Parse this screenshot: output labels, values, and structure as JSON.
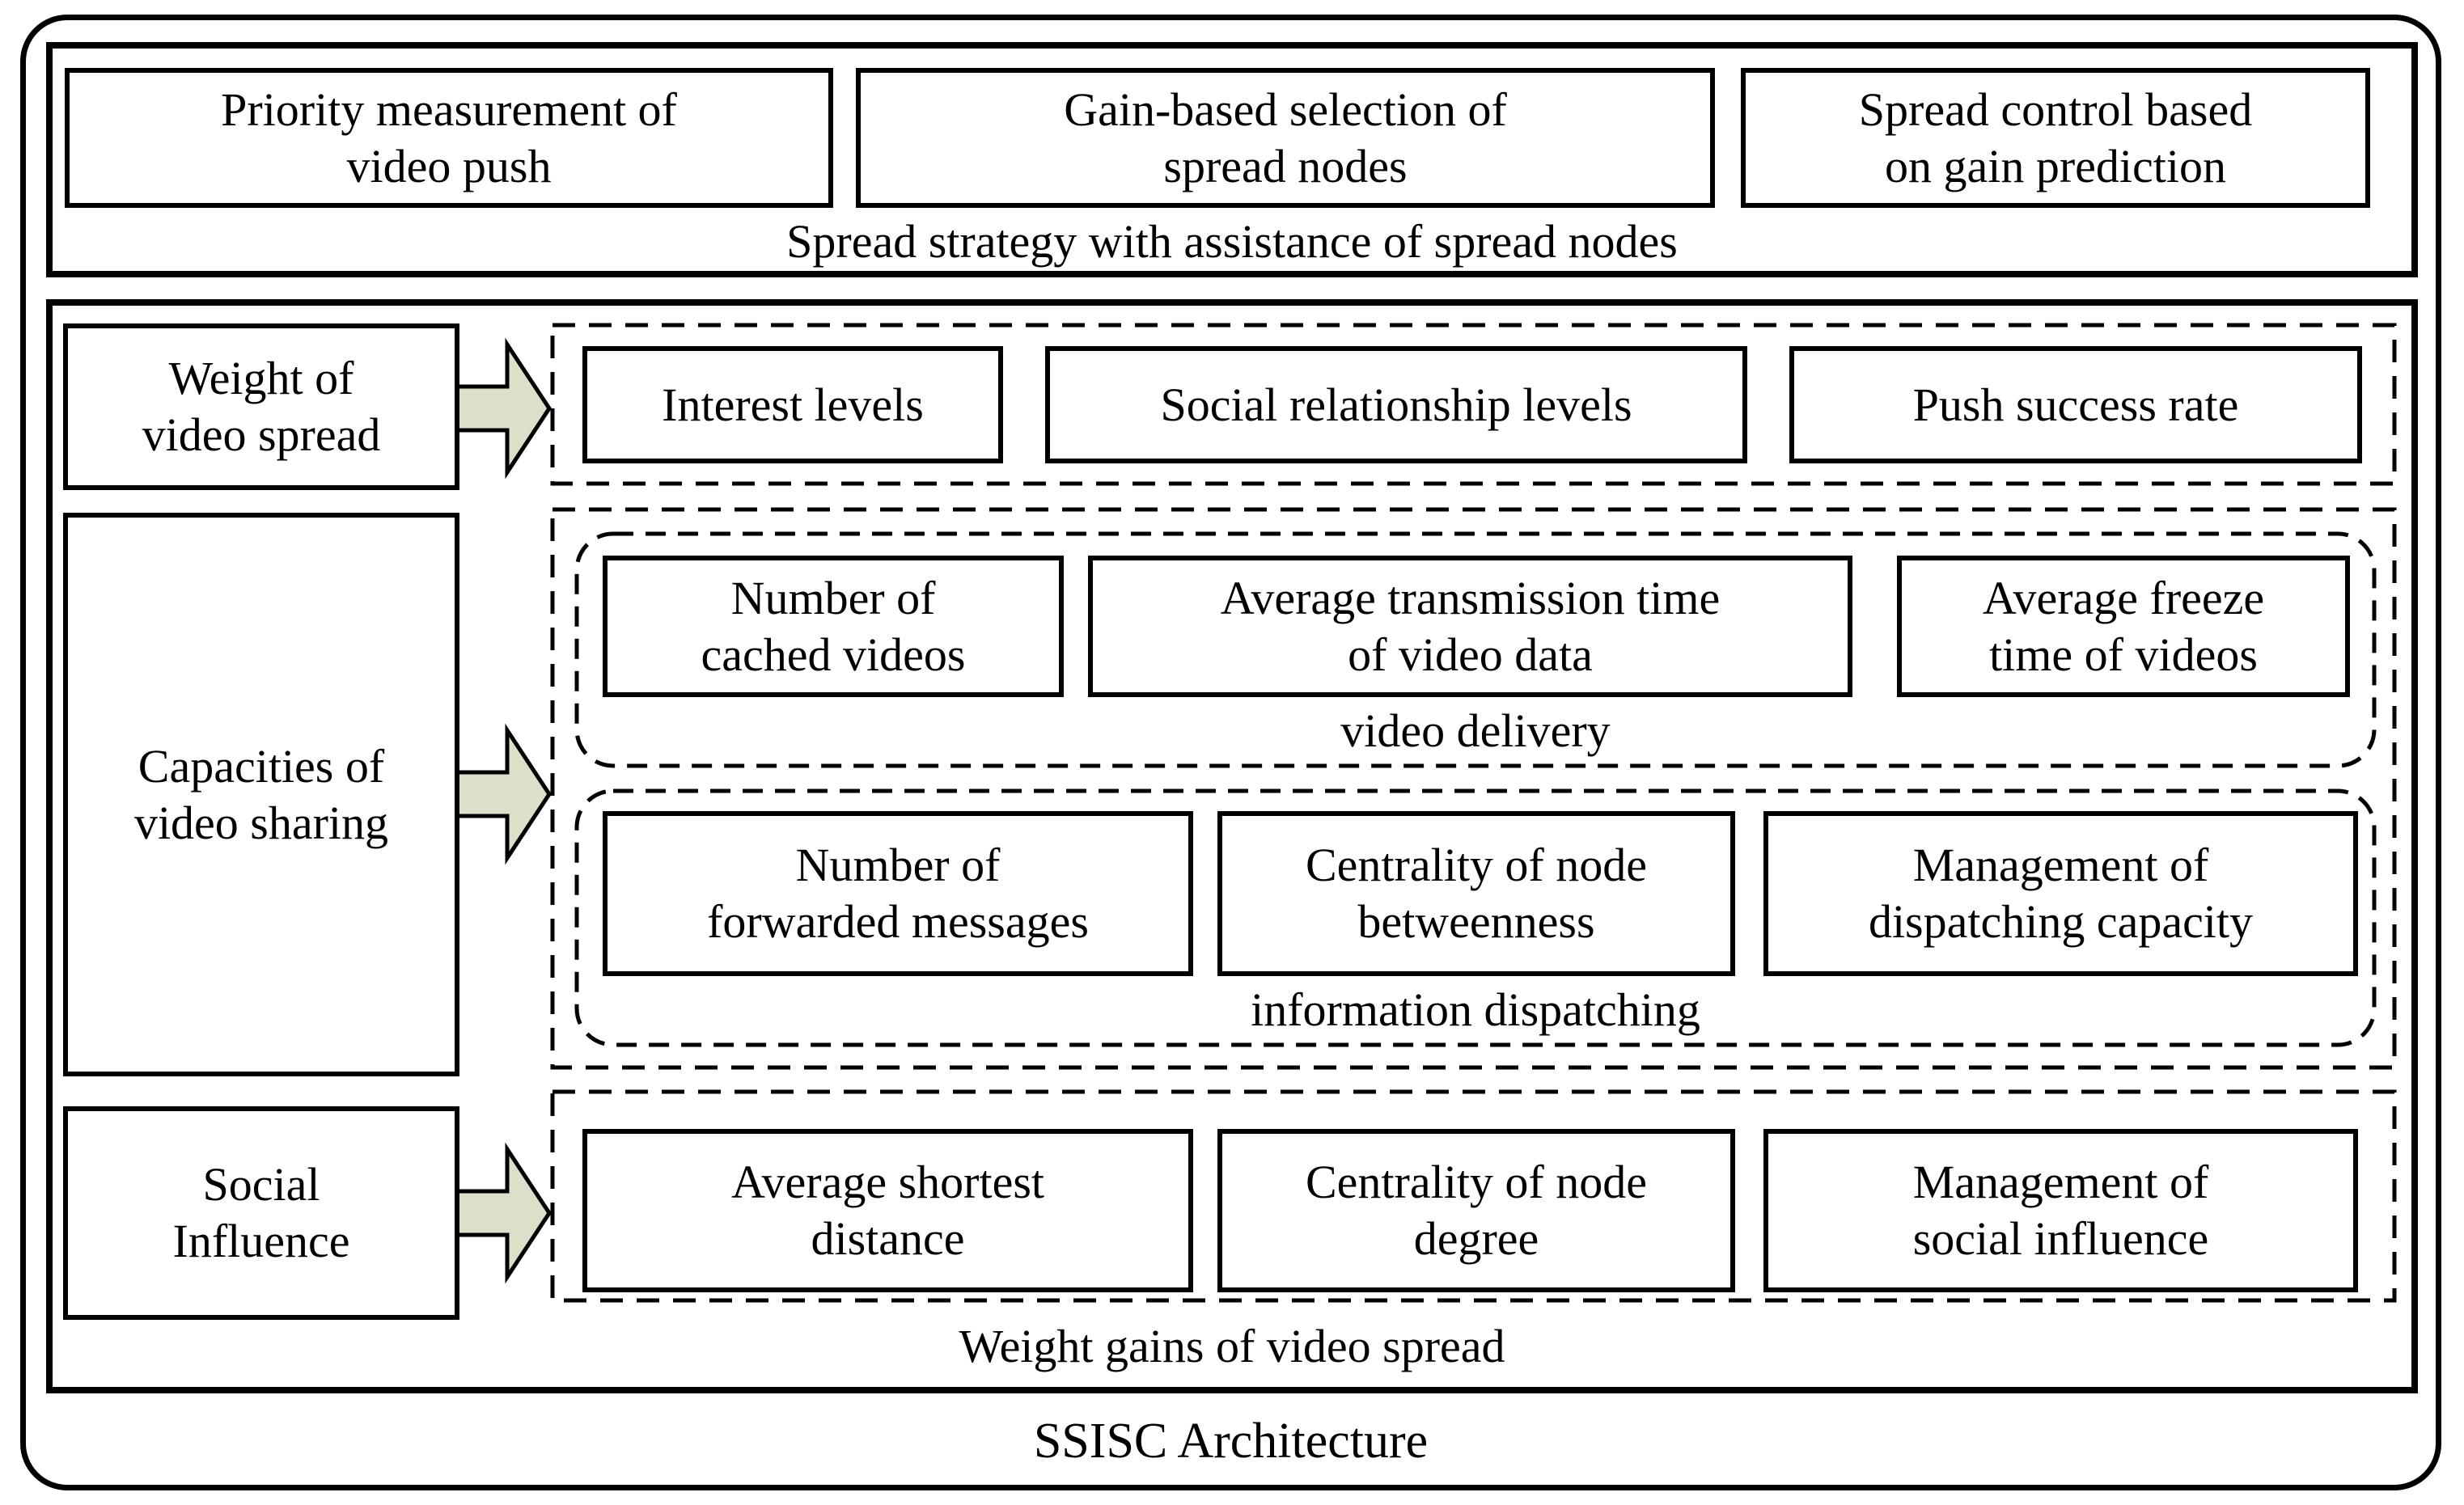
{
  "figure": {
    "title": "SSISC Architecture",
    "spread_strategy": {
      "caption": "Spread strategy with assistance of spread nodes",
      "boxes": [
        "Priority measurement of\nvideo push",
        "Gain-based selection of\nspread nodes",
        "Spread control based\non gain prediction"
      ]
    },
    "weight_gains": {
      "caption": "Weight gains of video spread",
      "row_weight": {
        "source": "Weight of\nvideo spread",
        "items": [
          "Interest levels",
          "Social relationship levels",
          "Push success rate"
        ]
      },
      "row_capacities": {
        "source": "Capacities of\nvideo sharing",
        "groups": [
          {
            "caption": "video delivery",
            "items": [
              "Number of\ncached videos",
              "Average transmission time\nof video data",
              "Average freeze\ntime of videos"
            ]
          },
          {
            "caption": "information dispatching",
            "items": [
              "Number of\nforwarded messages",
              "Centrality of node\nbetweenness",
              "Management of\ndispatching capacity"
            ]
          }
        ]
      },
      "row_social": {
        "source": "Social\nInfluence",
        "items": [
          "Average shortest\ndistance",
          "Centrality of node\ndegree",
          "Management of\nsocial influence"
        ]
      }
    }
  },
  "colors": {
    "arrow_fill": "#dcdfca",
    "line": "#000000"
  }
}
